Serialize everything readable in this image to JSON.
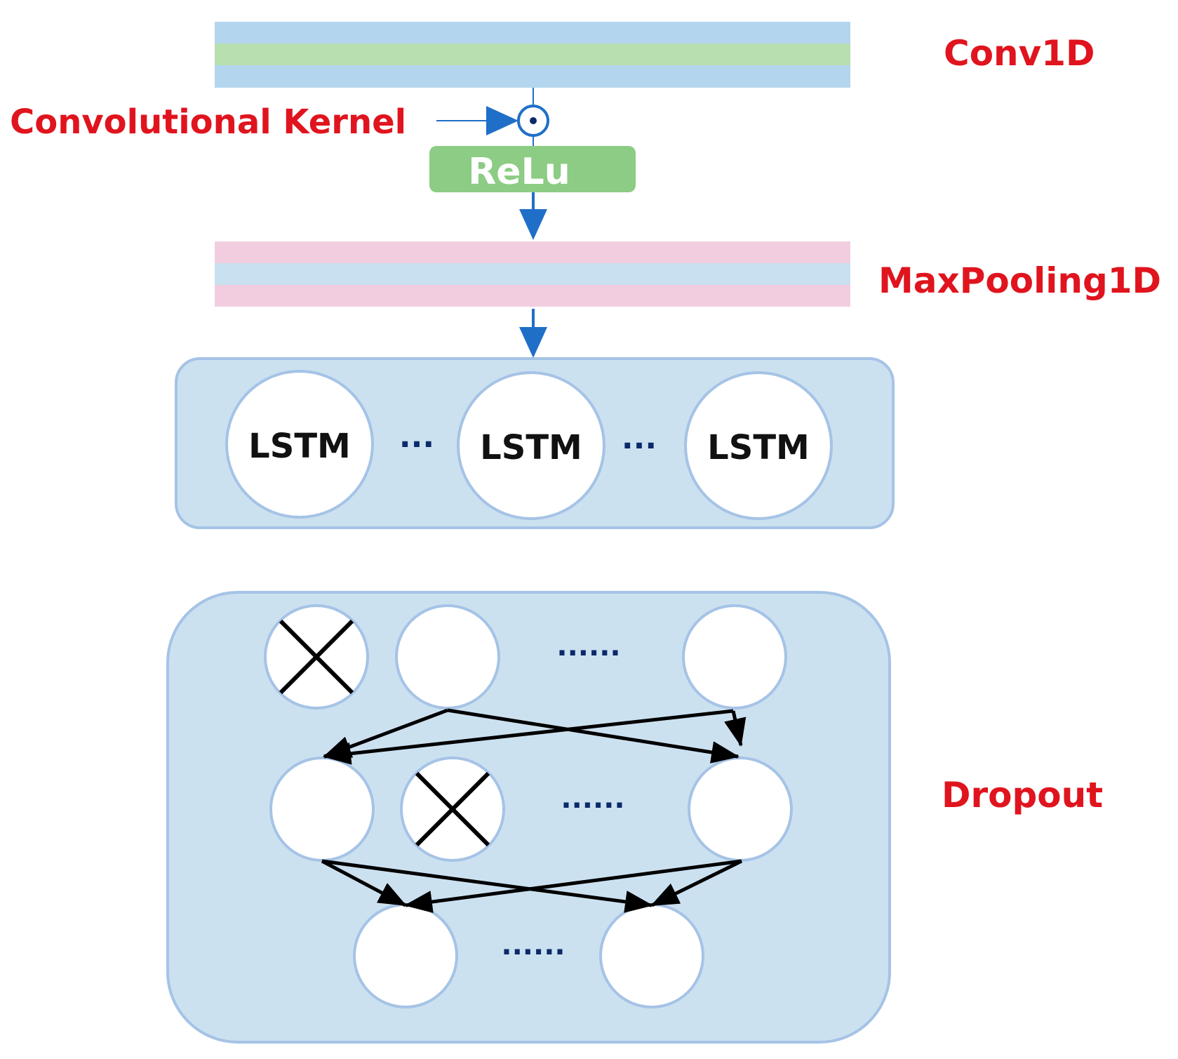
{
  "labels": {
    "conv1d": "Conv1D",
    "kernel": "Convolutional Kernel",
    "relu": "ReLu",
    "maxpool": "MaxPooling1D",
    "dropout": "Dropout"
  },
  "lstm": {
    "cells": [
      "LSTM",
      "LSTM",
      "LSTM"
    ],
    "ellipsis": "···"
  },
  "dropout": {
    "ellipsis": "······",
    "rows": [
      {
        "nodes": [
          "dropped",
          "active",
          "active"
        ]
      },
      {
        "nodes": [
          "active",
          "dropped",
          "active"
        ]
      },
      {
        "nodes": [
          "active",
          "active"
        ]
      }
    ]
  },
  "colors": {
    "label_red": "#e0141e",
    "conv_blue": "#b3d6ee",
    "conv_green": "#b8dfb0",
    "pool_pink": "#f2cde0",
    "relu_green": "#8ccc84",
    "panel_fill": "#cce1f0",
    "panel_stroke": "#a5c3e6",
    "arrow_blue": "#1f6fc8"
  }
}
